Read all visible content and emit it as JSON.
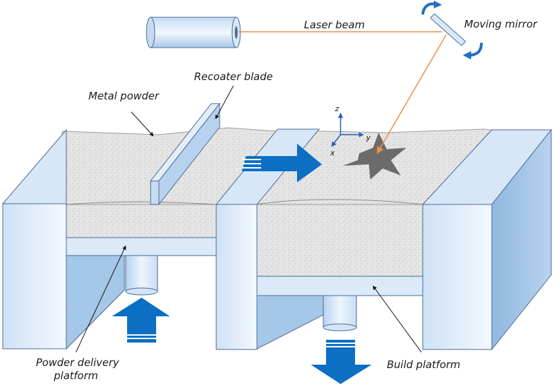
{
  "labels": {
    "laser_beam": "Laser beam",
    "moving_mirror": "Moving mirror",
    "recoater_blade": "Recoater blade",
    "metal_powder": "Metal powder",
    "powder_delivery_line1": "Powder delivery",
    "powder_delivery_line2": "platform",
    "build_platform": "Build platform"
  },
  "axes": {
    "z": "z",
    "y": "y",
    "x": "x"
  },
  "colors": {
    "laser": "#e8904a",
    "arrow_blue": "#0b6fc4",
    "wall_light": "#e9f2fc",
    "wall_dark": "#9cc0e2",
    "outline": "#3b5b85",
    "powder": "#e4e4e4",
    "melt_pool": "#6b6b6b"
  },
  "icons": {
    "laser_source": "cylinder",
    "mirror_rotation": "curved-arrows",
    "push_up": "block-arrow-up",
    "push_down": "block-arrow-down",
    "spread": "block-arrow-right"
  }
}
